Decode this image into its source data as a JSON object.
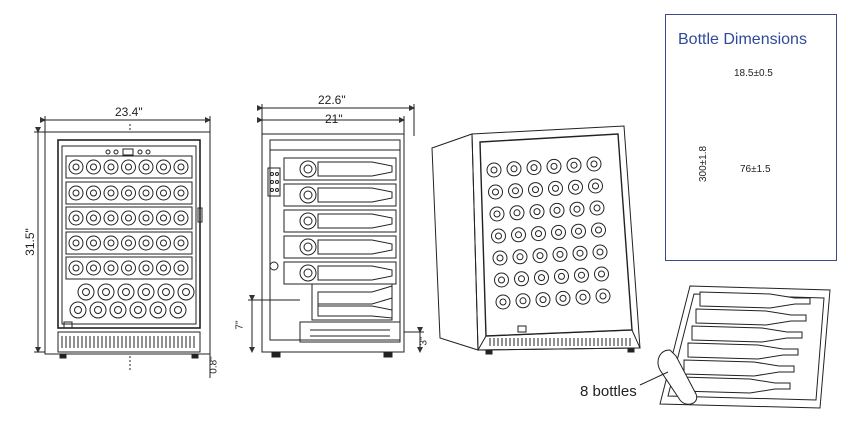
{
  "labels": {
    "front_width": "23.4\"",
    "front_height": "31.5\"",
    "front_leg": "0.8\"",
    "side_depth_outer": "22.6\"",
    "side_depth_inner": "21\"",
    "side_drawer_height": "7\"",
    "side_foot": "3\"",
    "bottle_count": "8 bottles"
  },
  "bottle": {
    "title": "Bottle Dimensions",
    "neck": "18.5±0.5",
    "body": "76±1.5",
    "height": "300±1.8"
  }
}
